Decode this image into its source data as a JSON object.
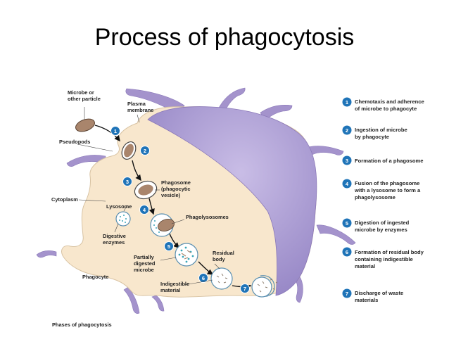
{
  "title": "Process of phagocytosis",
  "caption": "Phases of phagocytosis",
  "labels": {
    "microbe": [
      "Microbe or",
      "other particle"
    ],
    "plasma_membrane": [
      "Plasma",
      "membrane"
    ],
    "pseudopods": [
      "Pseudopods"
    ],
    "cytoplasm": [
      "Cytoplasm"
    ],
    "phagosome": [
      "Phagosome",
      "(phagocytic",
      "vesicle)"
    ],
    "lysosome": [
      "Lysosome"
    ],
    "phagolysosomes": [
      "Phagolysosomes"
    ],
    "digestive_enzymes": [
      "Digestive",
      "enzymes"
    ],
    "partially_digested": [
      "Partially",
      "digested",
      "microbe"
    ],
    "residual_body": [
      "Residual",
      "body"
    ],
    "phagocyte": [
      "Phagocyte"
    ],
    "indigestible": [
      "Indigestible",
      "material"
    ]
  },
  "steps": [
    {
      "num": "1",
      "lines": [
        "Chemotaxis and adherence",
        "of microbe to phagocyte"
      ]
    },
    {
      "num": "2",
      "lines": [
        "Ingestion of microbe",
        "by phagocyte"
      ]
    },
    {
      "num": "3",
      "lines": [
        "Formation of a phagosome"
      ]
    },
    {
      "num": "4",
      "lines": [
        "Fusion of the phagosome",
        "with a lysosome to form a",
        "phagolysosome"
      ]
    },
    {
      "num": "5",
      "lines": [
        "Digestion of ingested",
        "microbe by enzymes"
      ]
    },
    {
      "num": "6",
      "lines": [
        "Formation of residual body",
        "containing indigestible",
        "material"
      ]
    },
    {
      "num": "7",
      "lines": [
        "Discharge of waste",
        "materials"
      ]
    }
  ],
  "colors": {
    "cytoplasm": "#f8e7cd",
    "membrane_purple": "#a493cc",
    "step_circle": "#1f74b8",
    "microbe": "#a9856c"
  }
}
